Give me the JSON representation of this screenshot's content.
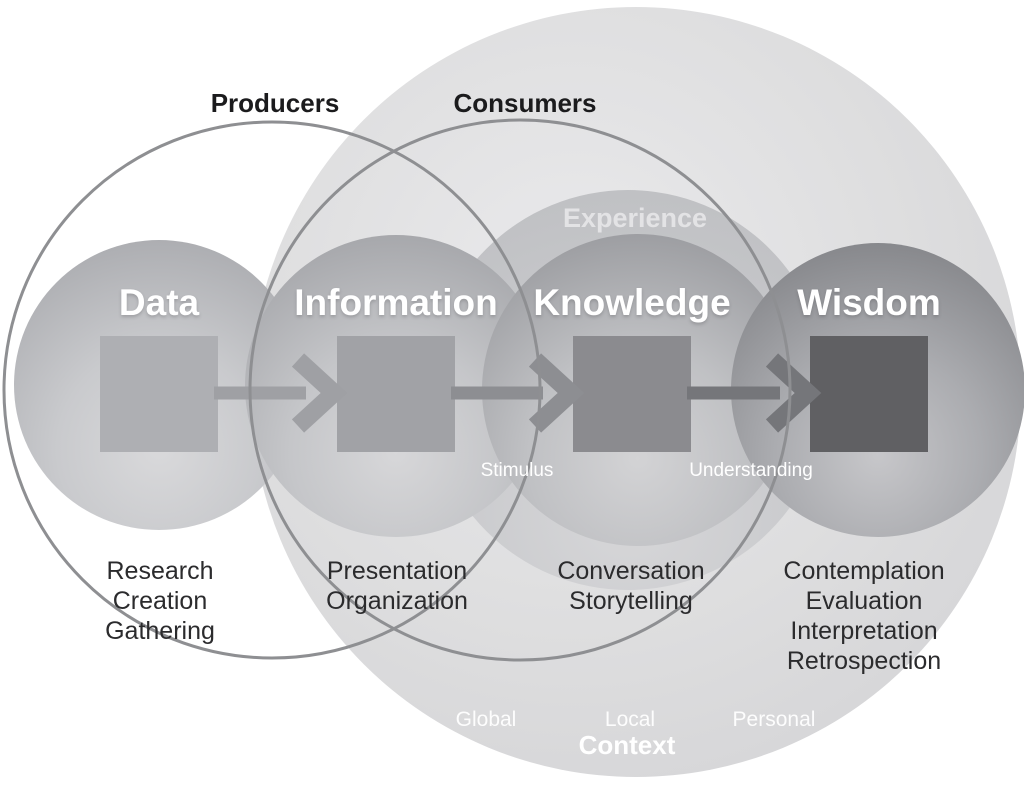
{
  "diagram": {
    "groups": {
      "producers": "Producers",
      "consumers": "Consumers"
    },
    "experience_label": "Experience",
    "stages": [
      {
        "name": "Data",
        "activities": [
          "Research",
          "Creation",
          "Gathering"
        ]
      },
      {
        "name": "Information",
        "activities": [
          "Presentation",
          "Organization"
        ]
      },
      {
        "name": "Knowledge",
        "activities": [
          "Conversation",
          "Storytelling"
        ]
      },
      {
        "name": "Wisdom",
        "activities": [
          "Contemplation",
          "Evaluation",
          "Interpretation",
          "Retrospection"
        ]
      }
    ],
    "transitions": {
      "stimulus": "Stimulus",
      "understanding": "Understanding"
    },
    "context": {
      "label": "Context",
      "scopes": [
        "Global",
        "Local",
        "Personal"
      ]
    },
    "colors": {
      "background": "#ffffff",
      "context_circle": "#dededf",
      "experience_circle": "#c7c8cb",
      "sphere_light_rim": "#a6a7ab",
      "wisdom_sphere_rim": "#7e7f83",
      "square_data": "#aeafb3",
      "square_information": "#a1a2a6",
      "square_knowledge": "#8b8b8f",
      "square_wisdom": "#606063",
      "arrow_1": "#9fa0a4",
      "arrow_2": "#8d8e92",
      "arrow_3": "#75767a",
      "outline_circles": "#8e8f92",
      "group_text": "#1b1b1d",
      "activity_text": "#2b2b2d",
      "stage_text": "#ffffff"
    }
  }
}
